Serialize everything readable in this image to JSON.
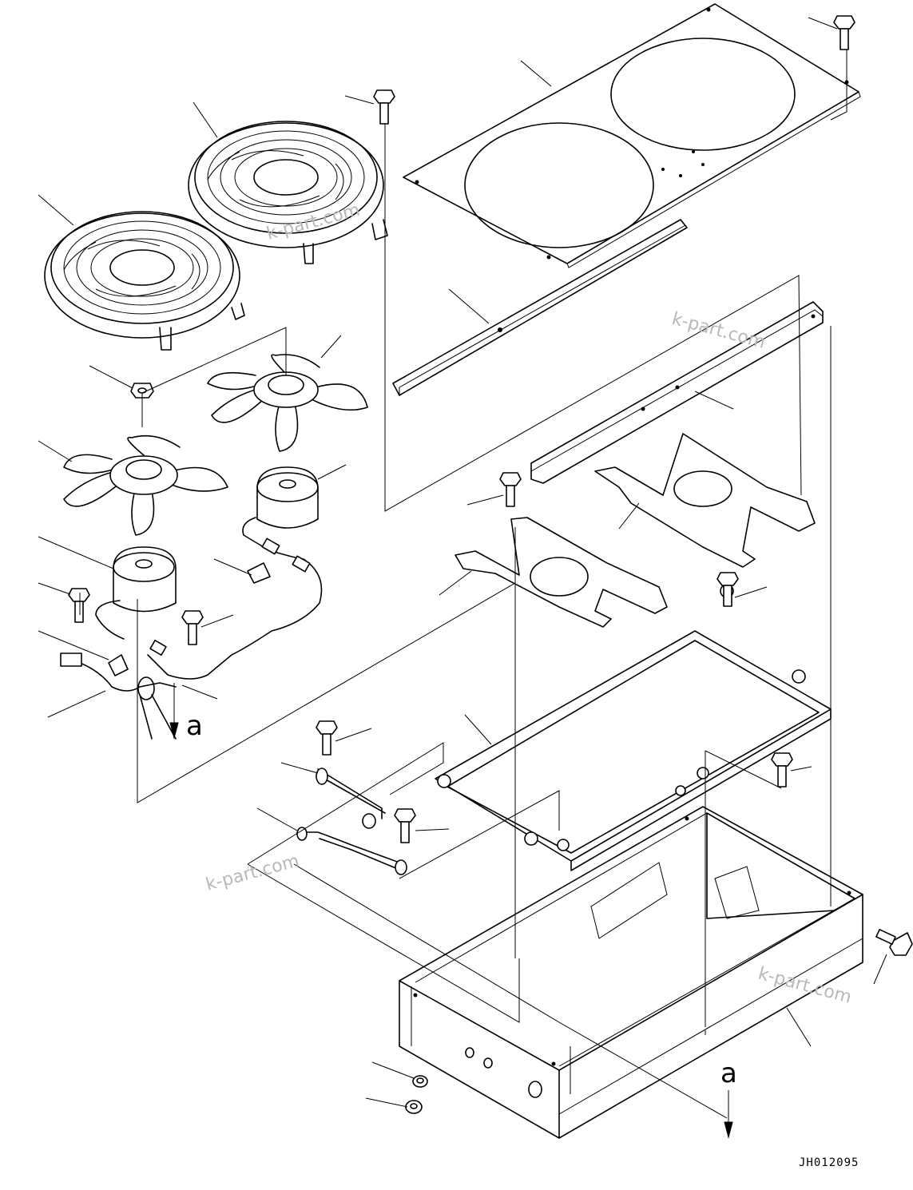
{
  "drawing_code": "JH012095",
  "view_arrow_label_top": "a",
  "view_arrow_label_bottom": "a",
  "watermarks": [
    "k-part.com",
    "k-part.com",
    "k-part.com",
    "k-part.com"
  ]
}
